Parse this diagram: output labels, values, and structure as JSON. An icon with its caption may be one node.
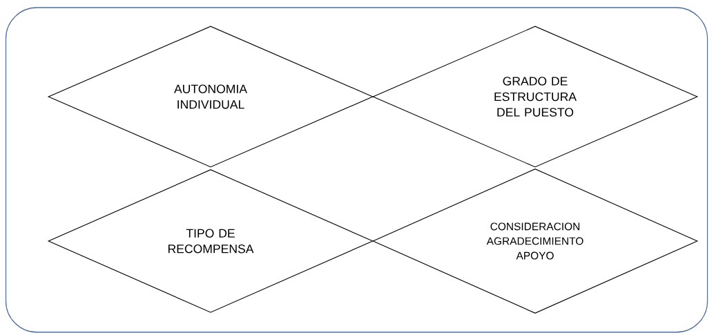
{
  "diagram": {
    "nodes": [
      {
        "text": [],
        "shape": "box"
      },
      {
        "text": [
          "AUTONOMIA INDIVIDUAL"
        ],
        "in": 0
      },
      {
        "text": [
          "GRADO DE ESTRUCTURA DEL PUESTO"
        ],
        "in": 0
      },
      {
        "text": [
          "TIPO DE RECOMPENSA"
        ],
        "in": 0
      },
      {
        "text": [
          "CONSIDERACION AGRADECIMIENTO APOYO"
        ],
        "in": 0
      }
    ]
  }
}
